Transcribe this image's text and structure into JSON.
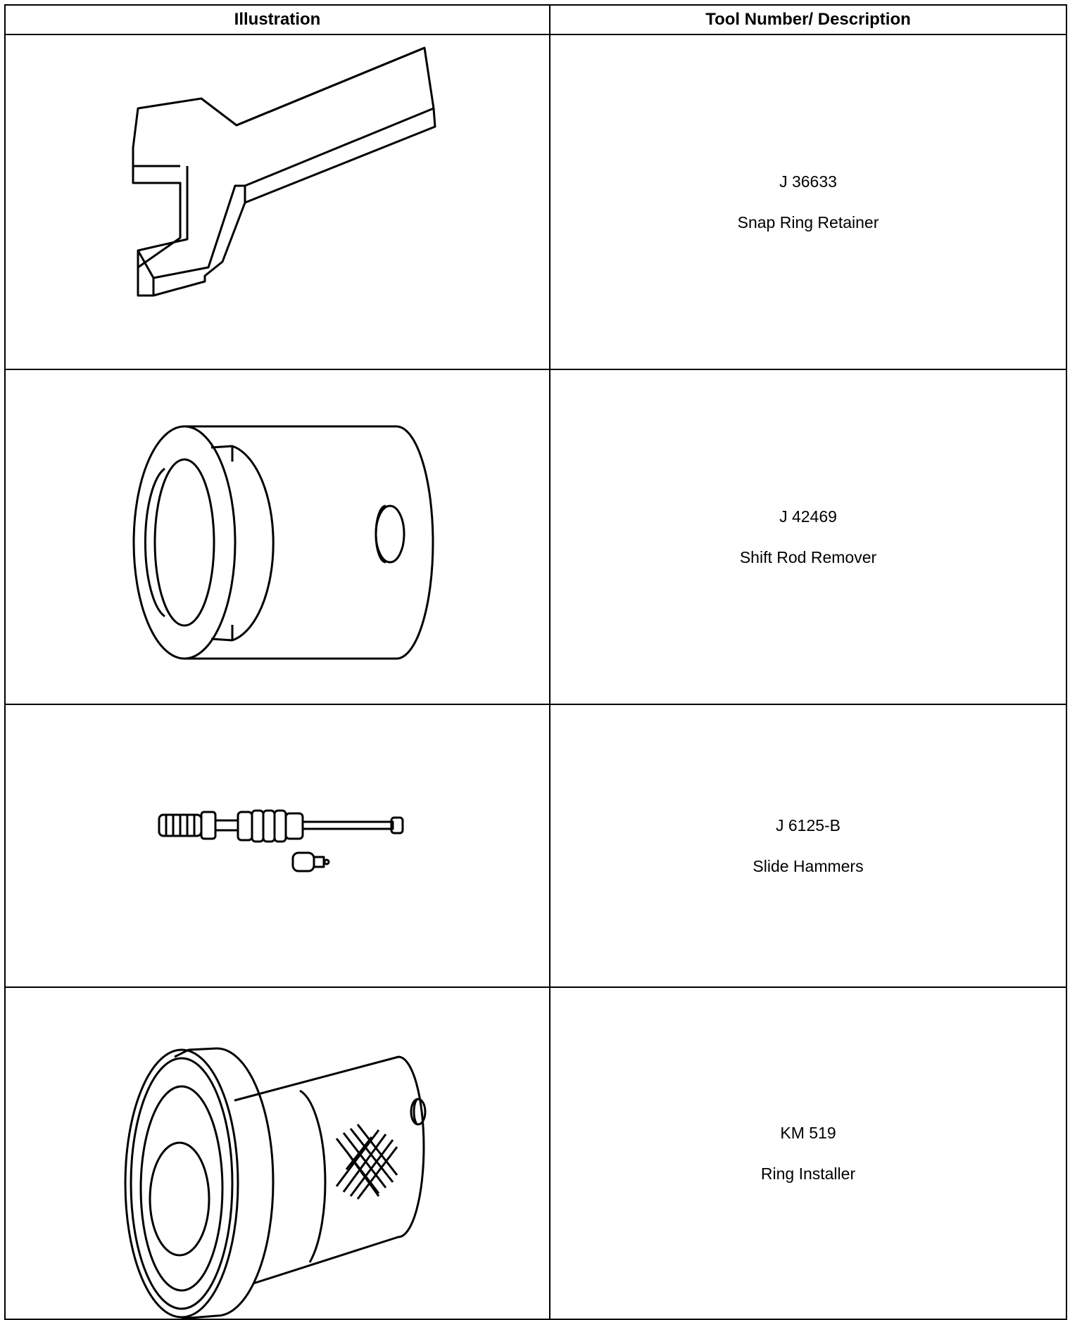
{
  "table": {
    "headers": {
      "illustration": "Illustration",
      "tool": "Tool Number/ Description"
    },
    "rows": [
      {
        "tool_number": "J 36633",
        "description": "Snap Ring Retainer",
        "icon": "snap-ring-retainer-illustration"
      },
      {
        "tool_number": "J 42469",
        "description": "Shift Rod Remover",
        "icon": "shift-rod-remover-illustration"
      },
      {
        "tool_number": "J 6125-B",
        "description": "Slide Hammers",
        "icon": "slide-hammers-illustration"
      },
      {
        "tool_number": "KM 519",
        "description": "Ring Installer",
        "icon": "ring-installer-illustration"
      }
    ]
  }
}
